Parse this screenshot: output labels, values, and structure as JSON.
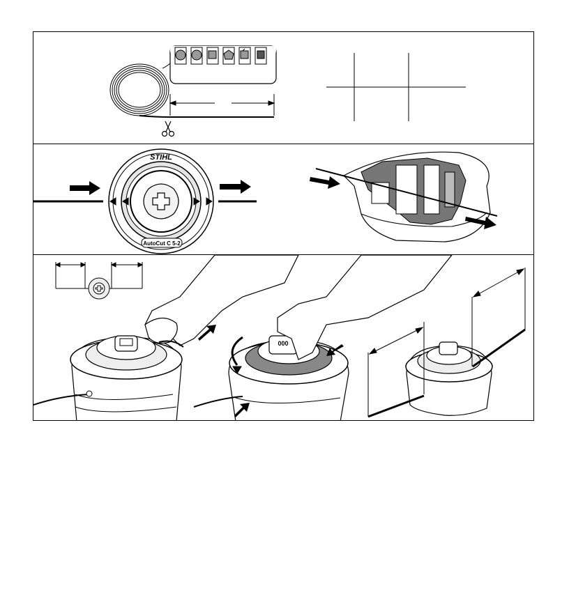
{
  "illustration": {
    "brand_mark": "STIHL",
    "model_label": "AutoCut C 5-2",
    "spool_marking": "000"
  },
  "panels": [
    {
      "name": "line-selection-panel"
    },
    {
      "name": "line-insertion-panel"
    },
    {
      "name": "winding-panel"
    }
  ]
}
